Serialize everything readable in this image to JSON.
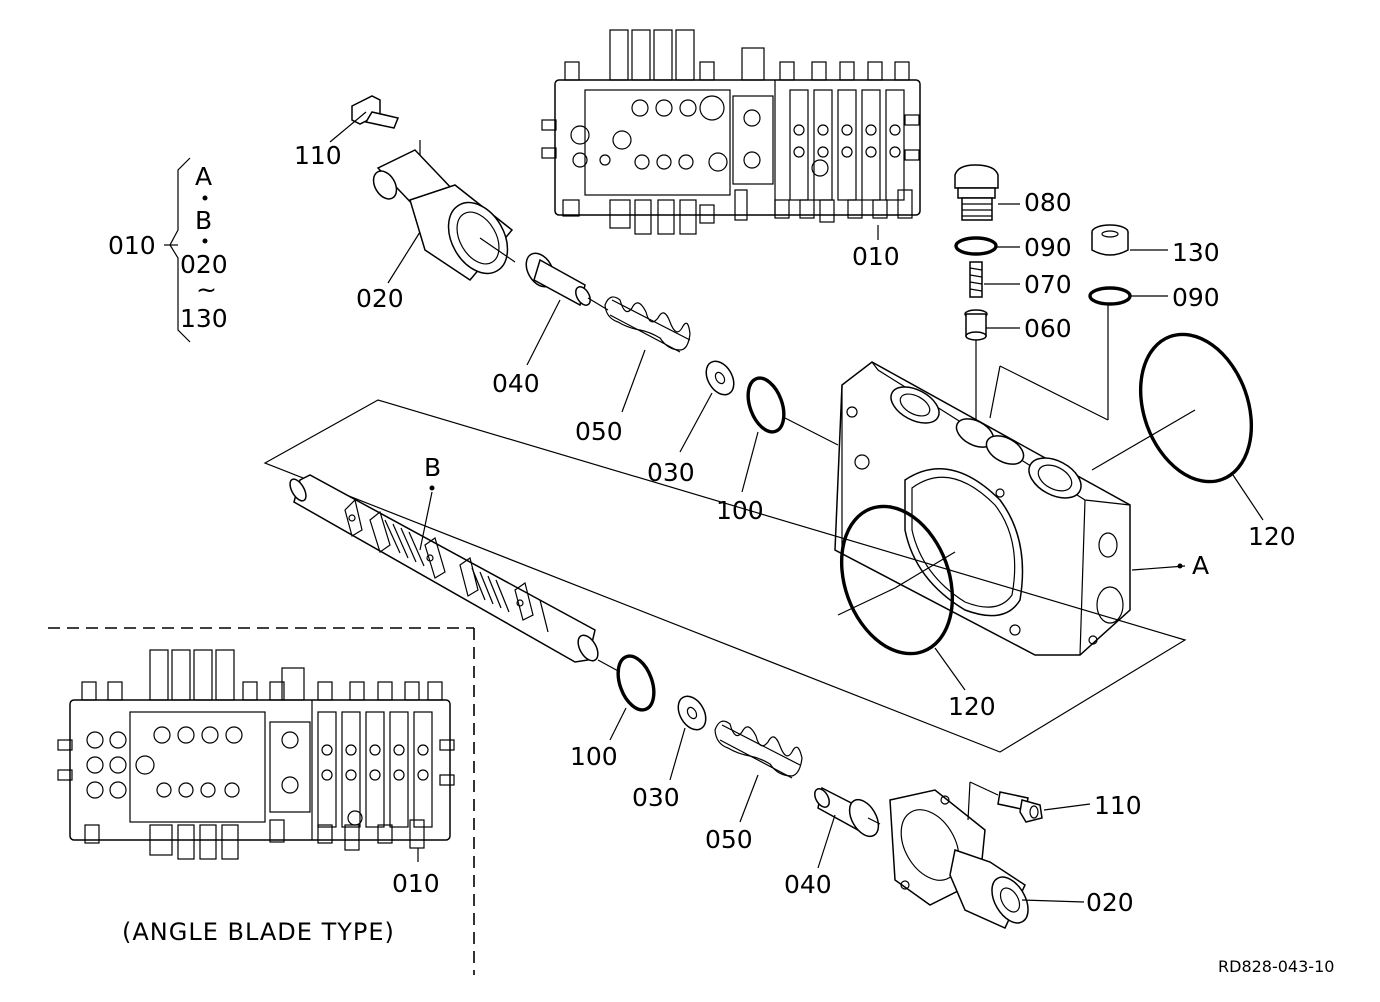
{
  "callouts": {
    "c110_top": "110",
    "c020_top": "020",
    "c040_top": "040",
    "c050_top": "050",
    "c030_top": "030",
    "c100_top": "100",
    "c010_top": "010",
    "c080": "080",
    "c090_a": "090",
    "c070": "070",
    "c060": "060",
    "c130": "130",
    "c090_b": "090",
    "c120_right": "120",
    "c120_mid": "120",
    "pointA": "A",
    "pointB": "B",
    "c100_bot": "100",
    "c030_bot": "030",
    "c050_bot": "050",
    "c040_bot": "040",
    "c110_bot": "110",
    "c020_bot": "020",
    "c010_inset": "010"
  },
  "bracket": {
    "label": "010",
    "a": "A",
    "b": "B",
    "from": "020",
    "tilde": "~",
    "to": "130"
  },
  "inset": {
    "caption": "(ANGLE BLADE TYPE)"
  },
  "drawing_code": "RD828-043-10"
}
